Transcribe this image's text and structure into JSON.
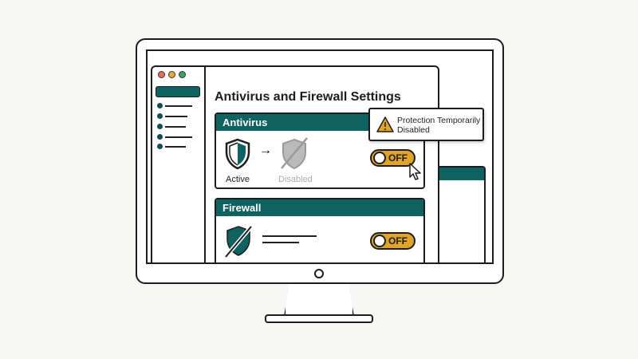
{
  "window": {
    "title": "Antivirus and Firewall Settings"
  },
  "colors": {
    "accent": "#0f6262",
    "toggle_off": "#e0a42e",
    "close": "#e86a5a",
    "minimize": "#e8a93a",
    "maximize": "#3aa55a"
  },
  "antivirus": {
    "header": "Antivirus",
    "state_from": "Active",
    "state_to": "Disabled",
    "toggle": "OFF"
  },
  "firewall": {
    "header": "Firewall",
    "toggle": "OFF"
  },
  "tooltip": {
    "icon": "warning-icon",
    "text": "Protection Temporarily Disabled"
  }
}
